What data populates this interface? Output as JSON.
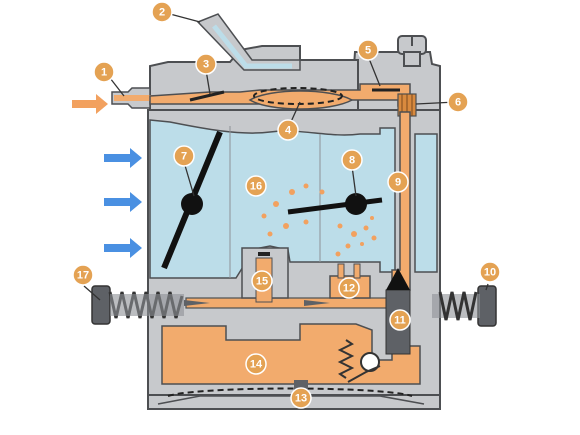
{
  "colors": {
    "housing": "#c7c9cc",
    "housing_dark": "#8e9196",
    "outline": "#4d4f52",
    "fuel": "#f2ab6d",
    "fuel_dark": "#d98a3e",
    "air_chamber": "#bcdde9",
    "air_arrow": "#4a90e2",
    "fuel_arrow": "#f2a15f",
    "callout": "#e4a253",
    "shaft": "#111111",
    "screw": "#5e6166"
  },
  "icons": {
    "air_arrows": "arrow-right-icon",
    "fuel_arrow": "arrow-right-icon",
    "springs": "coil-spring-icon",
    "screws": "threaded-screw-icon"
  },
  "callouts": [
    "1",
    "2",
    "3",
    "4",
    "5",
    "6",
    "7",
    "8",
    "9",
    "10",
    "11",
    "12",
    "13",
    "14",
    "15",
    "16",
    "17"
  ]
}
